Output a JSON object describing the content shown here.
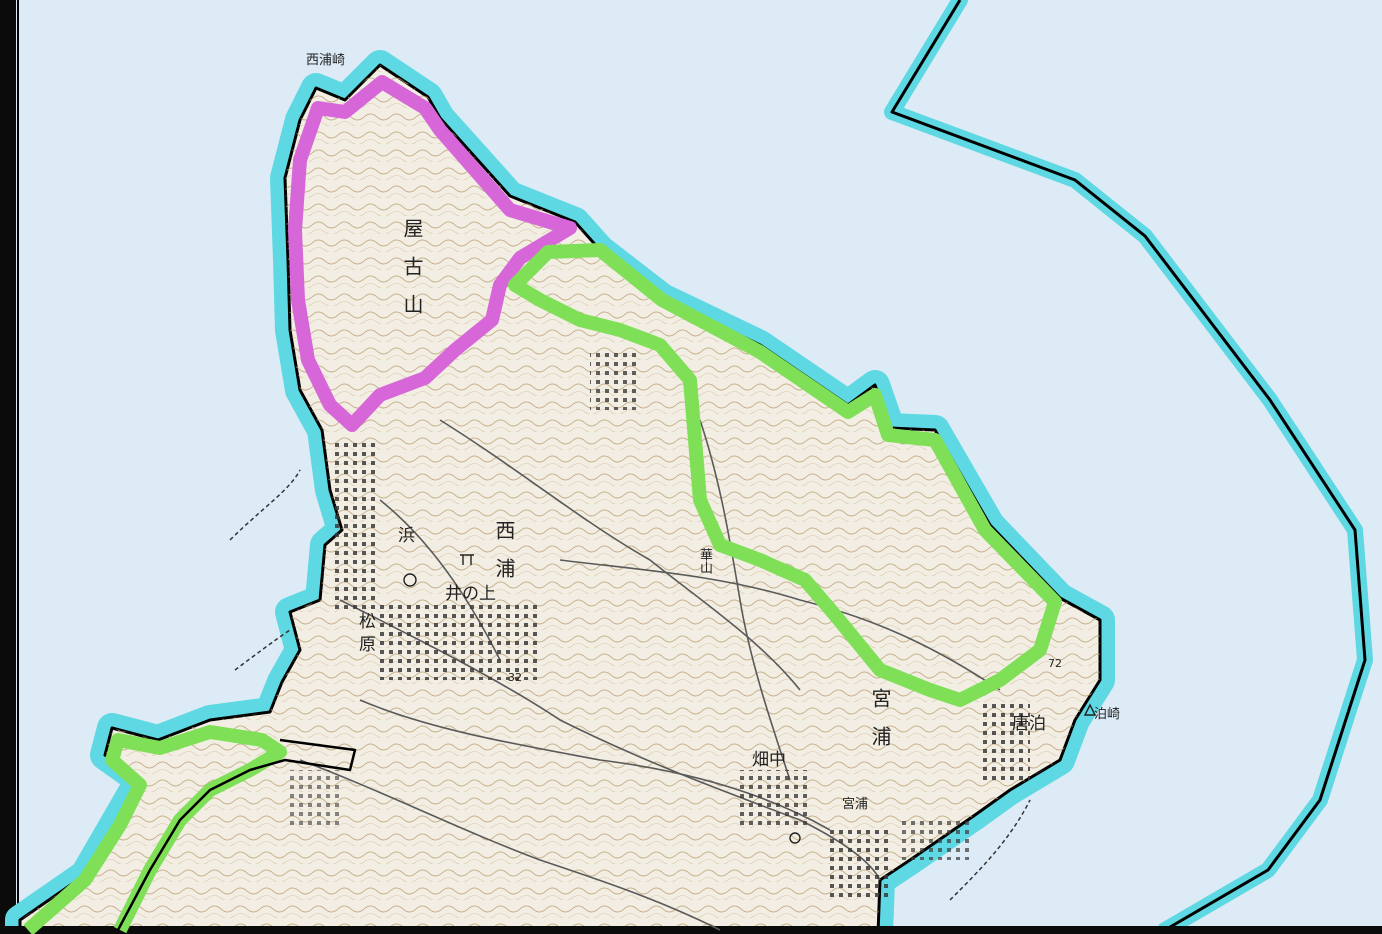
{
  "map": {
    "colors": {
      "sea": "#dcebf6",
      "land": "#f2eee3",
      "coast_buffer": "#5ed8e2",
      "outline": "#000000",
      "zone_a": "#d767d9",
      "zone_b": "#7fe058",
      "contour": "#b89a6e",
      "settlement": "#3a3a3a"
    },
    "labels": {
      "nishiura_zaki": "西浦崎",
      "sekko_yama": "屋古山",
      "nishiura": "西浦",
      "hama": "浜",
      "matsubara": "松原",
      "inoue": "井の上",
      "hanayama": "華山",
      "miyaura": "宮浦",
      "tomari": "唐泊",
      "tomari_zaki": "泊崎",
      "miyaura_port": "宮浦",
      "hatanaka": "畑中",
      "elev_72": "72",
      "elev_32": "32"
    },
    "icons": {
      "shrine": "shrine-icon",
      "temple": "temple-icon",
      "school": "school-icon",
      "lighthouse": "lighthouse-icon"
    }
  }
}
